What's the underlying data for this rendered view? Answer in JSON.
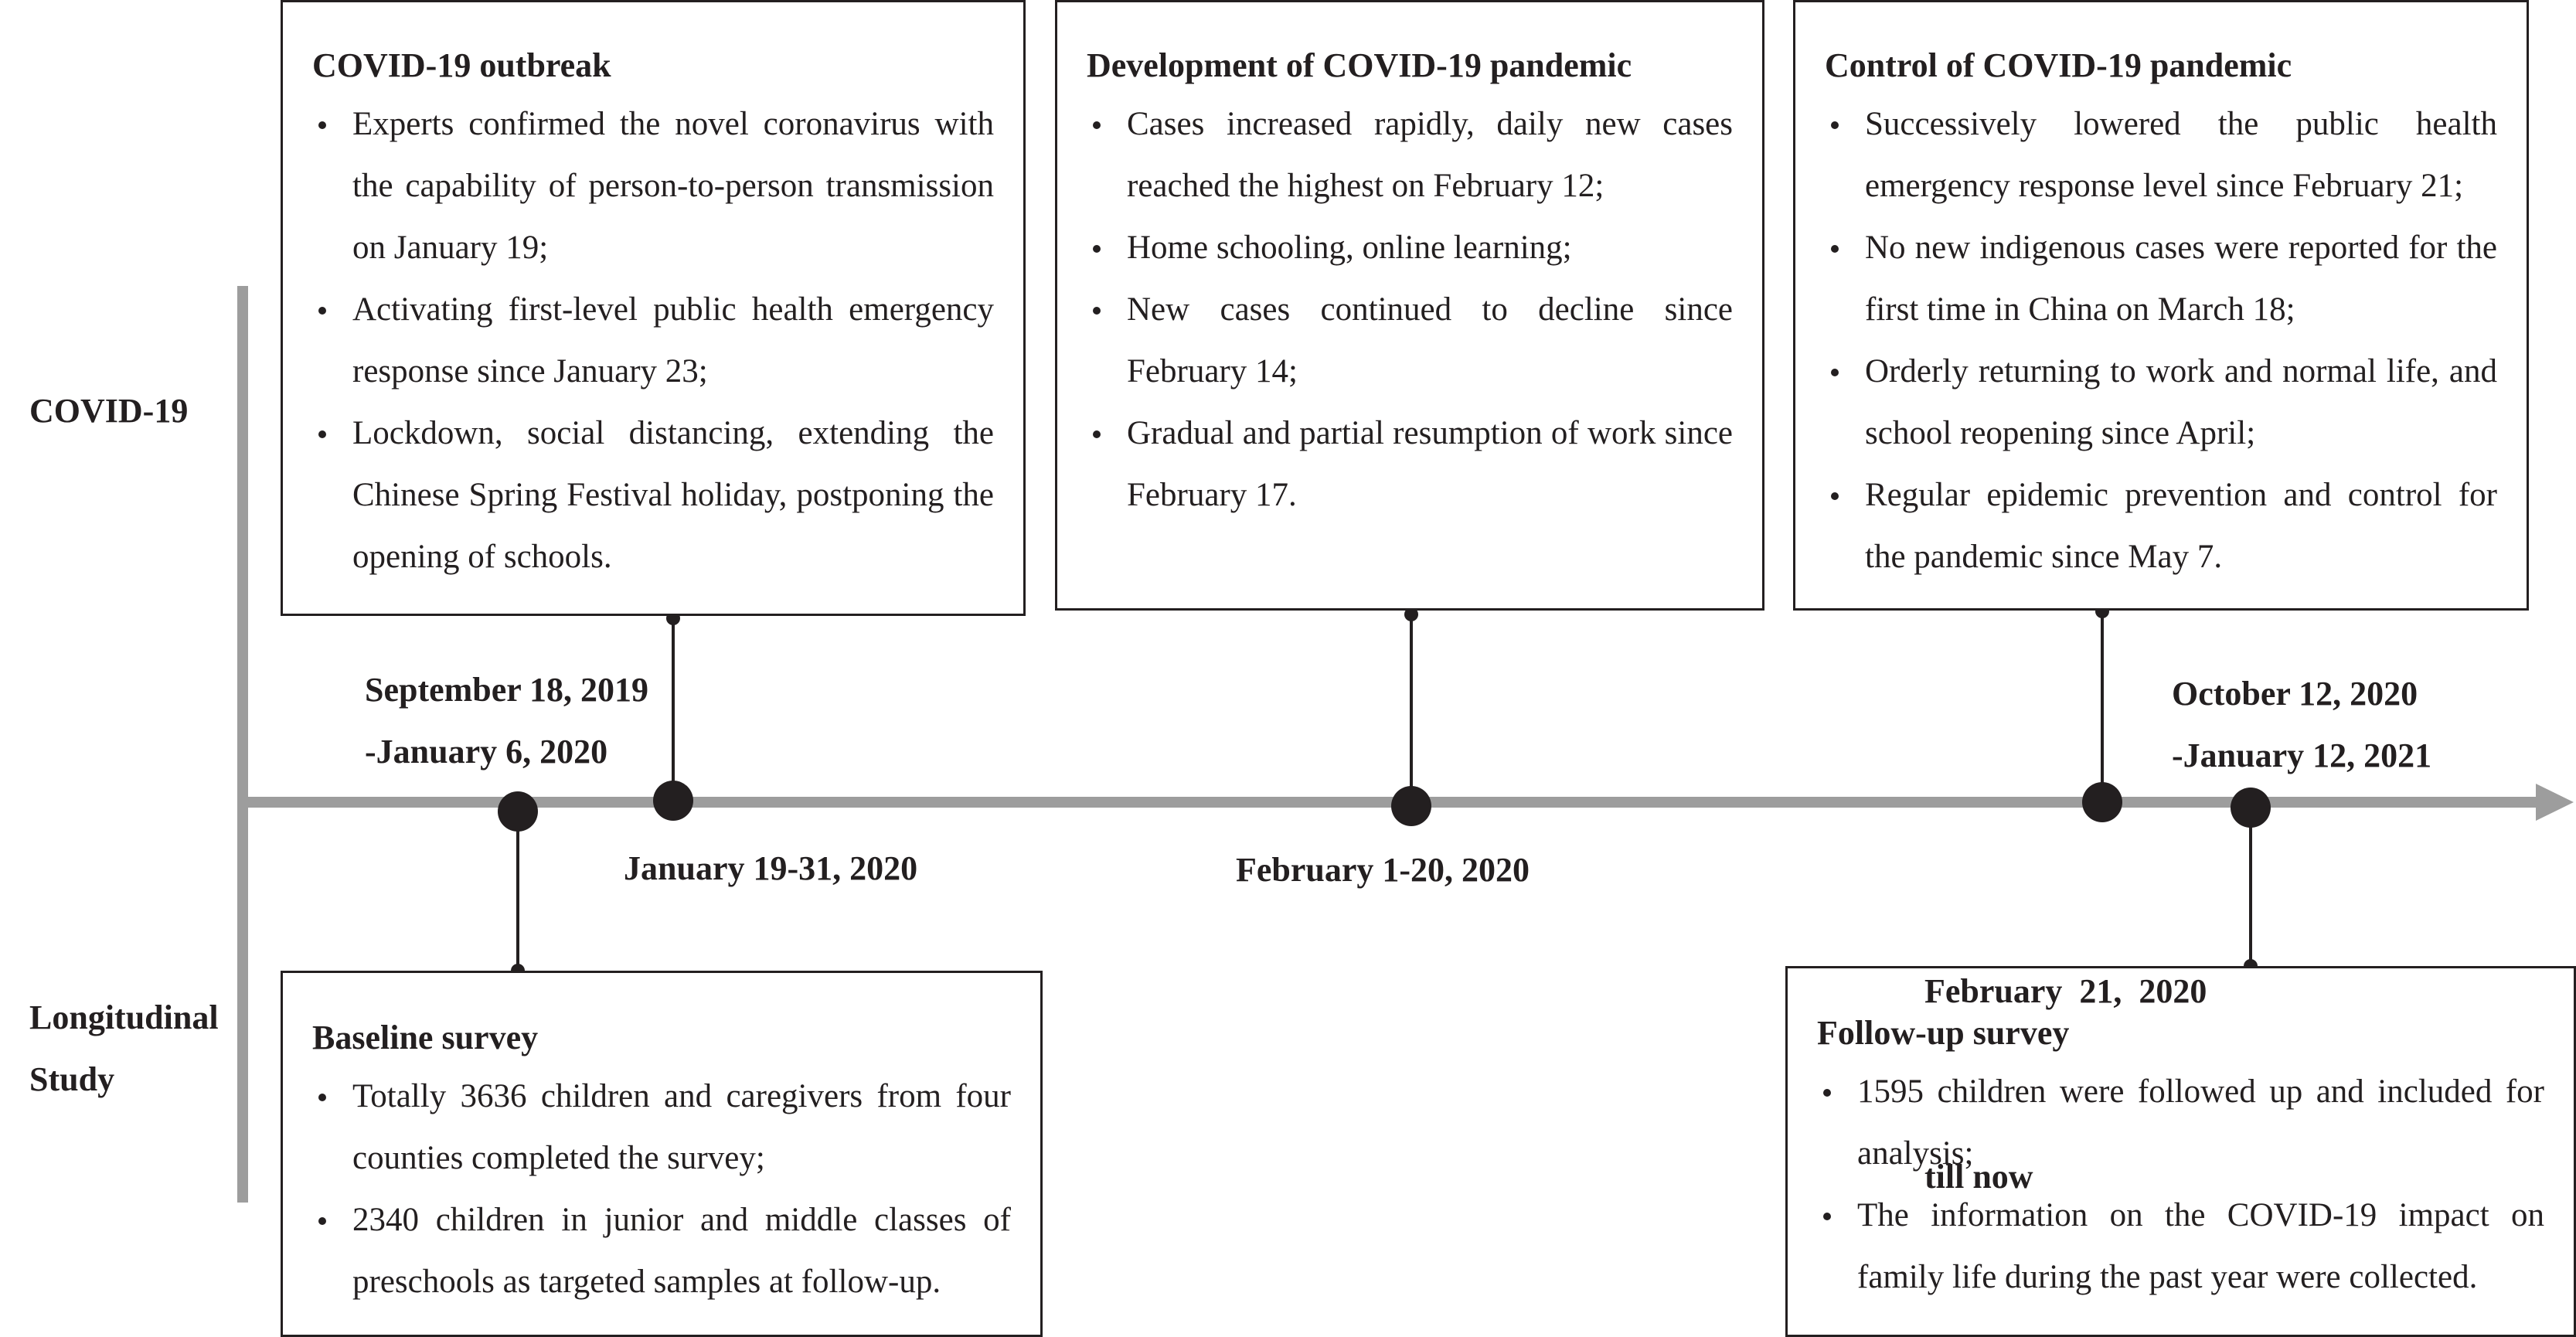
{
  "rows": {
    "covid": "COVID-19",
    "study_line1": "Longitudinal",
    "study_line2": "Study"
  },
  "boxes": {
    "outbreak": {
      "title": "COVID-19 outbreak",
      "items": [
        "Experts confirmed the novel coronavirus with the capability of person-to-person transmission on January 19;",
        "Activating first-level public health emergency response since January 23;",
        "Lockdown, social distancing, extending the Chinese Spring Festival holiday, postponing the opening of schools."
      ]
    },
    "development": {
      "title": "Development of COVID-19 pandemic",
      "items": [
        "Cases increased rapidly, daily new cases reached the highest on February 12;",
        "Home schooling, online learning;",
        "New cases continued to decline since February 14;",
        "Gradual and partial resumption of work since February 17."
      ]
    },
    "control": {
      "title": "Control of COVID-19 pandemic",
      "items": [
        "Successively lowered the public health emergency response level since February 21;",
        "No new indigenous cases were reported for the first time in China on March 18;",
        "Orderly returning to work and normal life, and school reopening since April;",
        "Regular epidemic prevention and control for the pandemic since May 7."
      ]
    },
    "baseline": {
      "title": "Baseline survey",
      "items": [
        "Totally 3636 children and caregivers from four counties completed the survey;",
        "2340 children in junior and middle classes of preschools as targeted samples at follow-up."
      ]
    },
    "followup": {
      "title": "Follow-up survey",
      "items": [
        "1595 children were followed up and included for analysis;",
        "The information on the COVID-19 impact on family life during the past year were collected."
      ]
    }
  },
  "dates": {
    "baseline_line1": "September 18, 2019",
    "baseline_line2": "-January 6, 2020",
    "outbreak": "January 19-31, 2020",
    "development": "February 1-20, 2020",
    "control_line1": "February  21,  2020",
    "control_line2": "till now",
    "followup_line1": "October 12, 2020",
    "followup_line2": "-January 12, 2021"
  },
  "colors": {
    "axis": "#9d9d9d",
    "ink": "#231f20"
  }
}
